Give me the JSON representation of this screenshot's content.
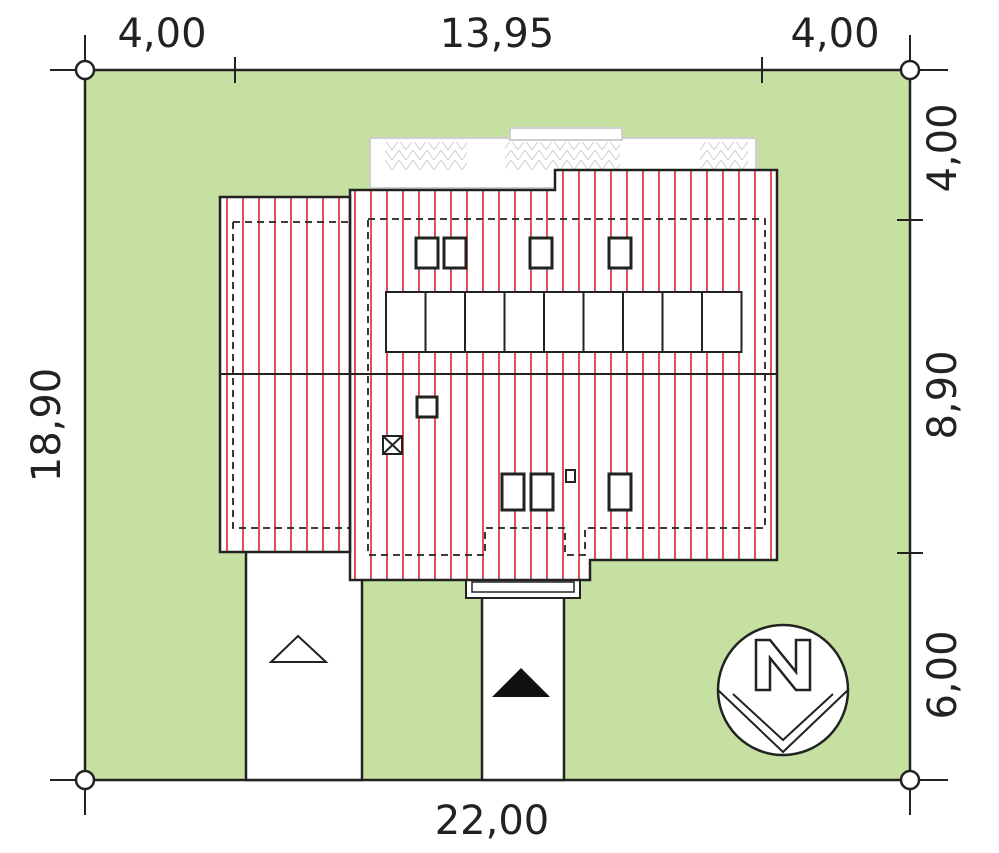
{
  "dimensions": {
    "top": [
      "4,00",
      "13,95",
      "4,00"
    ],
    "bottom": "22,00",
    "left": "18,90",
    "right": [
      "4,00",
      "8,90",
      "6,00"
    ]
  },
  "colors": {
    "plot": "#c5e0a0",
    "roof": "#ffffff",
    "roof_lines": "#e0242a",
    "outline": "#222222",
    "terrace": "#d8d8d8"
  },
  "icons": {
    "compass": "north-arrow-icon",
    "entrance_main": "filled-triangle-icon",
    "entrance_garage": "outline-triangle-icon"
  },
  "compass_label": "N"
}
